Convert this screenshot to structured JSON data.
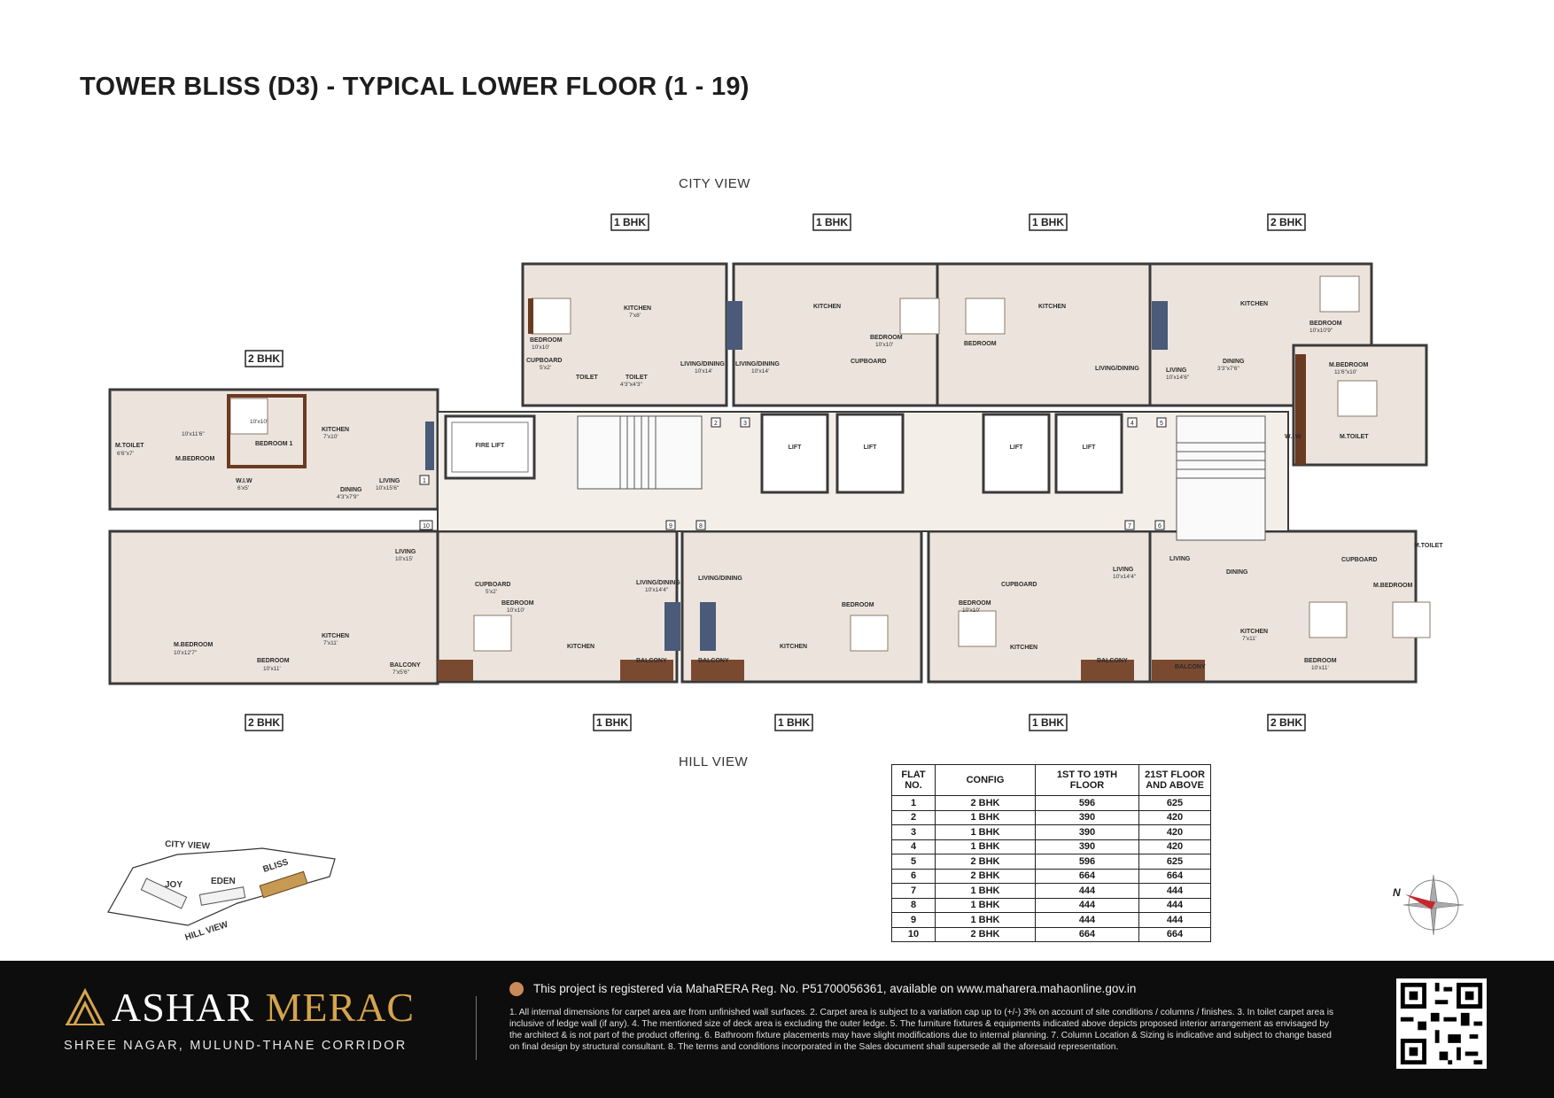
{
  "title": "TOWER BLISS (D3) - TYPICAL LOWER FLOOR (1 - 19)",
  "views": {
    "top": "CITY VIEW",
    "bottom": "HILL VIEW"
  },
  "units": {
    "top": [
      "2 BHK",
      "1 BHK",
      "1 BHK",
      "1 BHK",
      "2 BHK"
    ],
    "bottom": [
      "2 BHK",
      "1 BHK",
      "1 BHK",
      "1 BHK",
      "2 BHK"
    ]
  },
  "lifts": {
    "fire": "FIRE LIFT",
    "lift": "LIFT"
  },
  "flat_numbers": [
    "1",
    "2",
    "3",
    "4",
    "5",
    "6",
    "7",
    "8",
    "9",
    "10"
  ],
  "rooms": {
    "bedroom_10x10": "BEDROOM",
    "bedroom_10x10_dim": "10'x10'",
    "kitchen_7x8": "KITCHEN",
    "kitchen_7x8_dim": "7'x8'",
    "living_dining": "LIVING/DINING",
    "living_dining_dim": "10'x14'",
    "living_dining_alt_dim": "10'x14'4\"",
    "cupboard": "CUPBOARD",
    "cupboard_dim": "5'x2'",
    "toilet": "TOILET",
    "toilet_dim": "4'3\"x4'3\"",
    "mbedroom": "M.BEDROOM",
    "mbedroom_dim": "10'x11'6\"",
    "mtoilet": "M.TOILET",
    "mtoilet_dim": "6'6\"x7'",
    "bedroom1": "BEDROOM 1",
    "bedroom1_dim": "10'x10'",
    "kitchen_7x10": "KITCHEN",
    "kitchen_7x10_dim": "7'x10'",
    "wiw": "W.I.W",
    "wiw_dim": "6'x5'",
    "dining": "DINING",
    "dining_dim": "4'3\"x7'9\"",
    "living": "LIVING",
    "living_dim": "10'x15'6\"",
    "balcony": "BALCONY",
    "balcony_dim": "7'x5'6\"",
    "mbedroom_b": "M.BEDROOM",
    "mbedroom_b_dim": "10'x12'7\"",
    "bedroom_b": "BEDROOM",
    "bedroom_b_dim": "10'x11'",
    "kitchen_7x11": "KITCHEN",
    "kitchen_7x11_dim": "7'x11'",
    "living_b_dim": "10'x15'",
    "mbedroom_r": "M.BEDROOM",
    "mbedroom_r_dim": "11'6\"x10'",
    "bedroom_r_dim": "10'x10'9\"",
    "living_r_dim": "10'x14'6\"",
    "dining_r_dim": "3'3\"x7'6\""
  },
  "table": {
    "headers": [
      "FLAT NO.",
      "CONFIG",
      "1ST TO 19TH FLOOR",
      "21ST FLOOR AND ABOVE"
    ],
    "rows": [
      [
        "1",
        "2 BHK",
        "596",
        "625"
      ],
      [
        "2",
        "1 BHK",
        "390",
        "420"
      ],
      [
        "3",
        "1 BHK",
        "390",
        "420"
      ],
      [
        "4",
        "1 BHK",
        "390",
        "420"
      ],
      [
        "5",
        "2 BHK",
        "596",
        "625"
      ],
      [
        "6",
        "2 BHK",
        "664",
        "664"
      ],
      [
        "7",
        "1 BHK",
        "444",
        "444"
      ],
      [
        "8",
        "1 BHK",
        "444",
        "444"
      ],
      [
        "9",
        "1 BHK",
        "444",
        "444"
      ],
      [
        "10",
        "2 BHK",
        "664",
        "664"
      ]
    ]
  },
  "keyplan": {
    "city": "CITY VIEW",
    "hill": "HILL VIEW",
    "joy": "JOY",
    "eden": "EDEN",
    "bliss": "BLISS"
  },
  "compass": {
    "north": "N"
  },
  "footer": {
    "brand_1": "ASHAR ",
    "brand_2": "MERAC",
    "tagline": "SHREE NAGAR, MULUND-THANE CORRIDOR",
    "rera": "This project is registered via MahaRERA Reg. No. P51700056361, available on www.maharera.mahaonline.gov.in",
    "disclaimer": "1. All internal dimensions for carpet area are from unfinished wall surfaces. 2. Carpet area is subject to a variation cap up to (+/-) 3% on account of site conditions / columns / finishes. 3. In toilet carpet area is inclusive of ledge wall (if any). 4. The mentioned size of deck area is excluding the outer ledge. 5. The furniture fixtures & equipments indicated above depicts proposed interior arrangement as envisaged by the architect & is not part of the product offering. 6. Bathroom fixture placements may have slight modifications due to internal planning. 7. Column Location & Sizing is indicative and subject to change based on final design by structural consultant. 8. The terms and conditions incorporated in the Sales document shall supersede all the aforesaid representation."
  },
  "colors": {
    "wall": "#3a3a3a",
    "floor": "#ece4dc",
    "wood": "#6b3a22",
    "accent": "#d4a44c",
    "footer_bg": "#0d0d0d"
  }
}
